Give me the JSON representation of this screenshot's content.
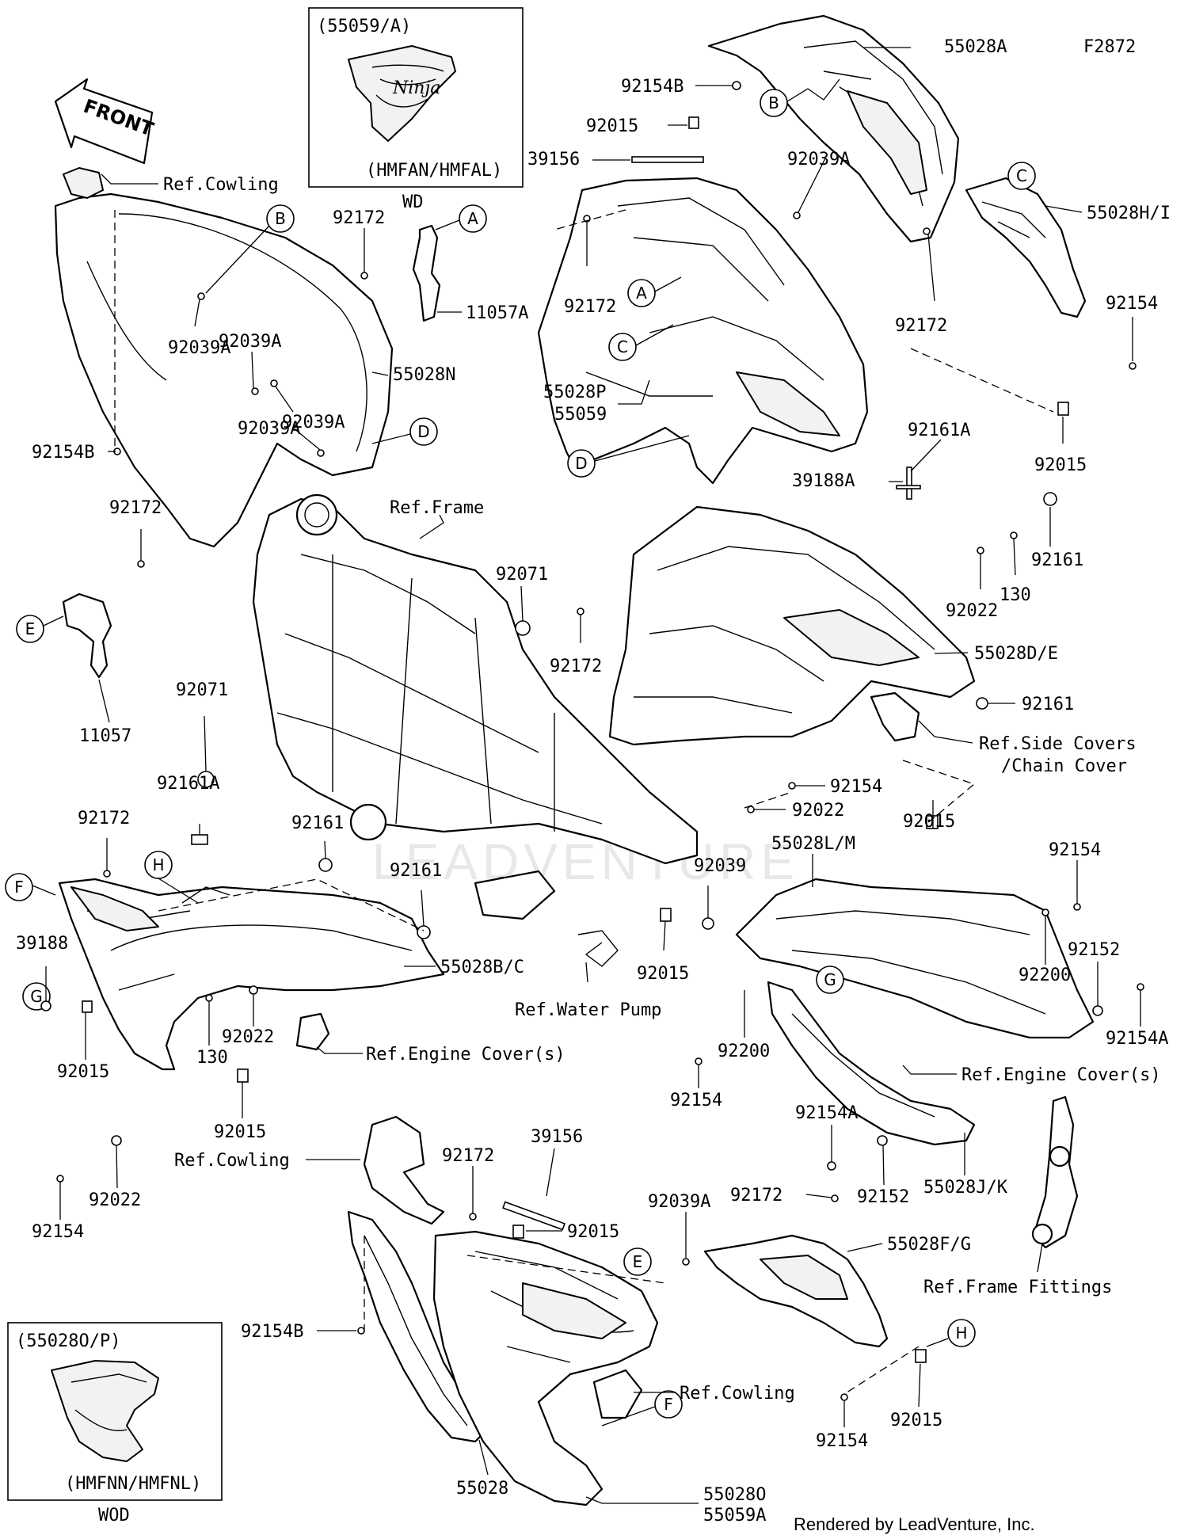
{
  "diagram_id": "F2872",
  "credit": "Rendered by LeadVenture, Inc.",
  "watermark": "LEADVENTURE",
  "front_arrow": "FRONT",
  "inset_wd": {
    "code": "(55059/A)",
    "variant": "(HMFAN/HMFAL)",
    "caption": "WD",
    "logo": "Ninja"
  },
  "inset_wod": {
    "code": "(55028O/P)",
    "variant": "(HMFNN/HMFNL)",
    "caption": "WOD"
  },
  "callouts": [
    "A",
    "B",
    "C",
    "D",
    "E",
    "F",
    "G",
    "H"
  ],
  "labels": {
    "l_55028A": "55028A",
    "l_92154B_top": "92154B",
    "l_92015_top": "92015",
    "l_39156_top": "39156",
    "l_92039A_top": "92039A",
    "l_55028HI": "55028H/I",
    "l_92172_rt": "92172",
    "l_92154_rt": "92154",
    "l_92015_rt": "92015",
    "l_refcowling_top": "Ref.Cowling",
    "l_92172_lt": "92172",
    "l_11057A": "11057A",
    "l_92039A_l1": "92039A",
    "l_92039A_l2": "92039A",
    "l_55028N": "55028N",
    "l_92039A_l3": "92039A",
    "l_92039A_l4": "92039A",
    "l_92154B_left": "92154B",
    "l_92172_mid": "92172",
    "l_55028P": "55028P",
    "l_55059": "55059",
    "l_92161A_rt": "92161A",
    "l_39188A": "39188A",
    "l_reframe": "Ref.Frame",
    "l_92071_mid": "92071",
    "l_92172_ctr": "92172",
    "l_92161_rt": "92161",
    "l_130_rt": "130",
    "l_92022_rt": "92022",
    "l_55028DE": "55028D/E",
    "l_92161_rt2": "92161",
    "l_refside1": "Ref.Side Covers",
    "l_refside2": "/Chain Cover",
    "l_92172_l2": "92172",
    "l_11057": "11057",
    "l_92071_left": "92071",
    "l_92161A_left": "92161A",
    "l_92154_ctr": "92154",
    "l_92022_ctr": "92022",
    "l_92015_ctr": "92015",
    "l_92172_l3": "92172",
    "l_92161_l1": "92161",
    "l_92161_l2": "92161",
    "l_39188": "39188",
    "l_55028BC": "55028B/C",
    "l_refwater": "Ref.Water Pump",
    "l_92015_wp": "92015",
    "l_92039": "92039",
    "l_55028LM": "55028L/M",
    "l_92154_r3": "92154",
    "l_92200_r": "92200",
    "l_92152_r": "92152",
    "l_92154A_r": "92154A",
    "l_130_left": "130",
    "l_92022_left": "92022",
    "l_refengine_left": "Ref.Engine Cover(s)",
    "l_92015_left": "92015",
    "l_92015_left2": "92015",
    "l_92200_b": "92200",
    "l_92154_b": "92154",
    "l_refengine_right": "Ref.Engine Cover(s)",
    "l_92154A_b": "92154A",
    "l_92152_b": "92152",
    "l_55028JK": "55028J/K",
    "l_92022_bl": "92022",
    "l_92154_bl": "92154",
    "l_refcowling_b": "Ref.Cowling",
    "l_92172_b": "92172",
    "l_39156_b": "39156",
    "l_92015_b": "92015",
    "l_92039A_b": "92039A",
    "l_92172_b2": "92172",
    "l_55028FG": "55028F/G",
    "l_refframefit": "Ref.Frame Fittings",
    "l_92154B_b": "92154B",
    "l_refcowling_b2": "Ref.Cowling",
    "l_92015_b2": "92015",
    "l_92154_b2": "92154",
    "l_55028": "55028",
    "l_55028O": "55028O",
    "l_55059A": "55059A"
  }
}
